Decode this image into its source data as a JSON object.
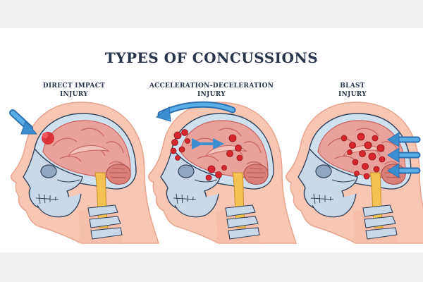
{
  "title": "TYPES OF CONCUSSIONS",
  "panels": [
    {
      "line1": "DIRECT IMPACT",
      "line2": "INJURY"
    },
    {
      "line1": "ACCELERATION-DECELERATION",
      "line2": "INJURY"
    },
    {
      "line1": "BLAST",
      "line2": "INJURY"
    }
  ],
  "colors": {
    "skin": "#f8c7b4",
    "skin_outline": "#e7a48d",
    "skull": "#c9d9ea",
    "skull_outline": "#32445e",
    "brain": "#e9a19b",
    "brain_fold": "#c9645f",
    "spinal_cord": "#f4c253",
    "arrow": "#3b8fd1",
    "bleed": "#d8262e",
    "title": "#27344a"
  },
  "icons": [
    "impact-arrow-icon",
    "motion-arrow-icon",
    "blast-wave-arrow-icon"
  ]
}
